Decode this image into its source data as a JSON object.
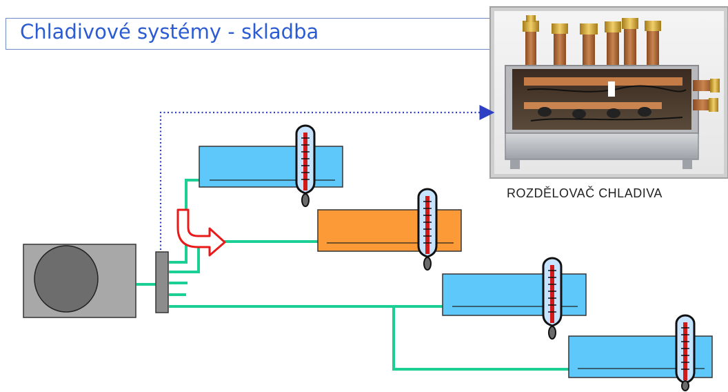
{
  "title": "Chladivové systémy - skladba",
  "photo_caption": "ROZDĚLOVAČ CHLADIVA",
  "colors": {
    "title_text": "#2c5cd3",
    "title_border": "#6f88c8",
    "indoor_unit_idle": "#5ec8fb",
    "indoor_unit_active": "#fb9a36",
    "refrigerant_pipe": "#1ccf94",
    "control_link": "#2d3fc2",
    "flow_arrow": "#e81a1a",
    "thermometer_fluid": "#d21a1a",
    "outdoor_unit": "#a8a8a8"
  },
  "indoor_units": [
    {
      "id": "unit-1",
      "state": "idle"
    },
    {
      "id": "unit-2",
      "state": "active"
    },
    {
      "id": "unit-3",
      "state": "idle"
    },
    {
      "id": "unit-4",
      "state": "idle"
    }
  ]
}
